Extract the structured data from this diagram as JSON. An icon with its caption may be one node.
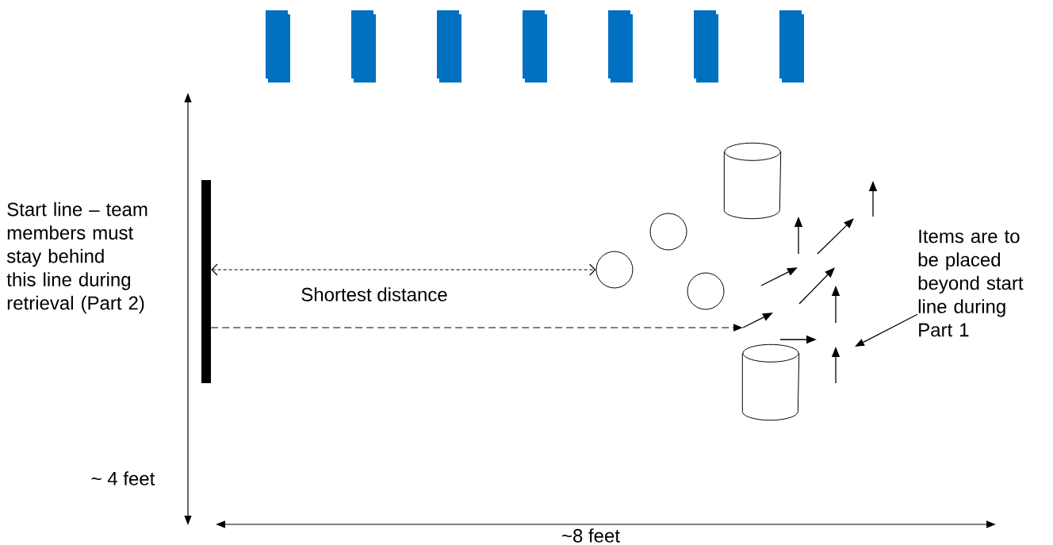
{
  "diagram": {
    "nodes": [
      {
        "text": [],
        "shape": "bar",
        "beside": [
          "Start line – team members must stay behind this line during retrieval (Part 2)"
        ]
      },
      {
        "text": [],
        "shape": "circle"
      },
      {
        "text": [],
        "shape": "circle"
      },
      {
        "text": [],
        "shape": "circle"
      },
      {
        "text": [],
        "shape": "cylinder"
      },
      {
        "text": [],
        "shape": "cylinder"
      },
      {
        "text": [
          "Items are to be placed beyond start line during Part 1"
        ]
      }
    ],
    "edges": [
      {
        "from": 0,
        "to": 1,
        "arrow": "both",
        "style": "dashed",
        "label": "Shortest distance"
      },
      {
        "from": 0,
        "to": null,
        "arrow": "to",
        "style": "dashed"
      },
      {
        "from": 6,
        "to": null,
        "arrow": "to"
      }
    ],
    "labels": [
      "~ 4 feet",
      "~8 feet"
    ]
  }
}
